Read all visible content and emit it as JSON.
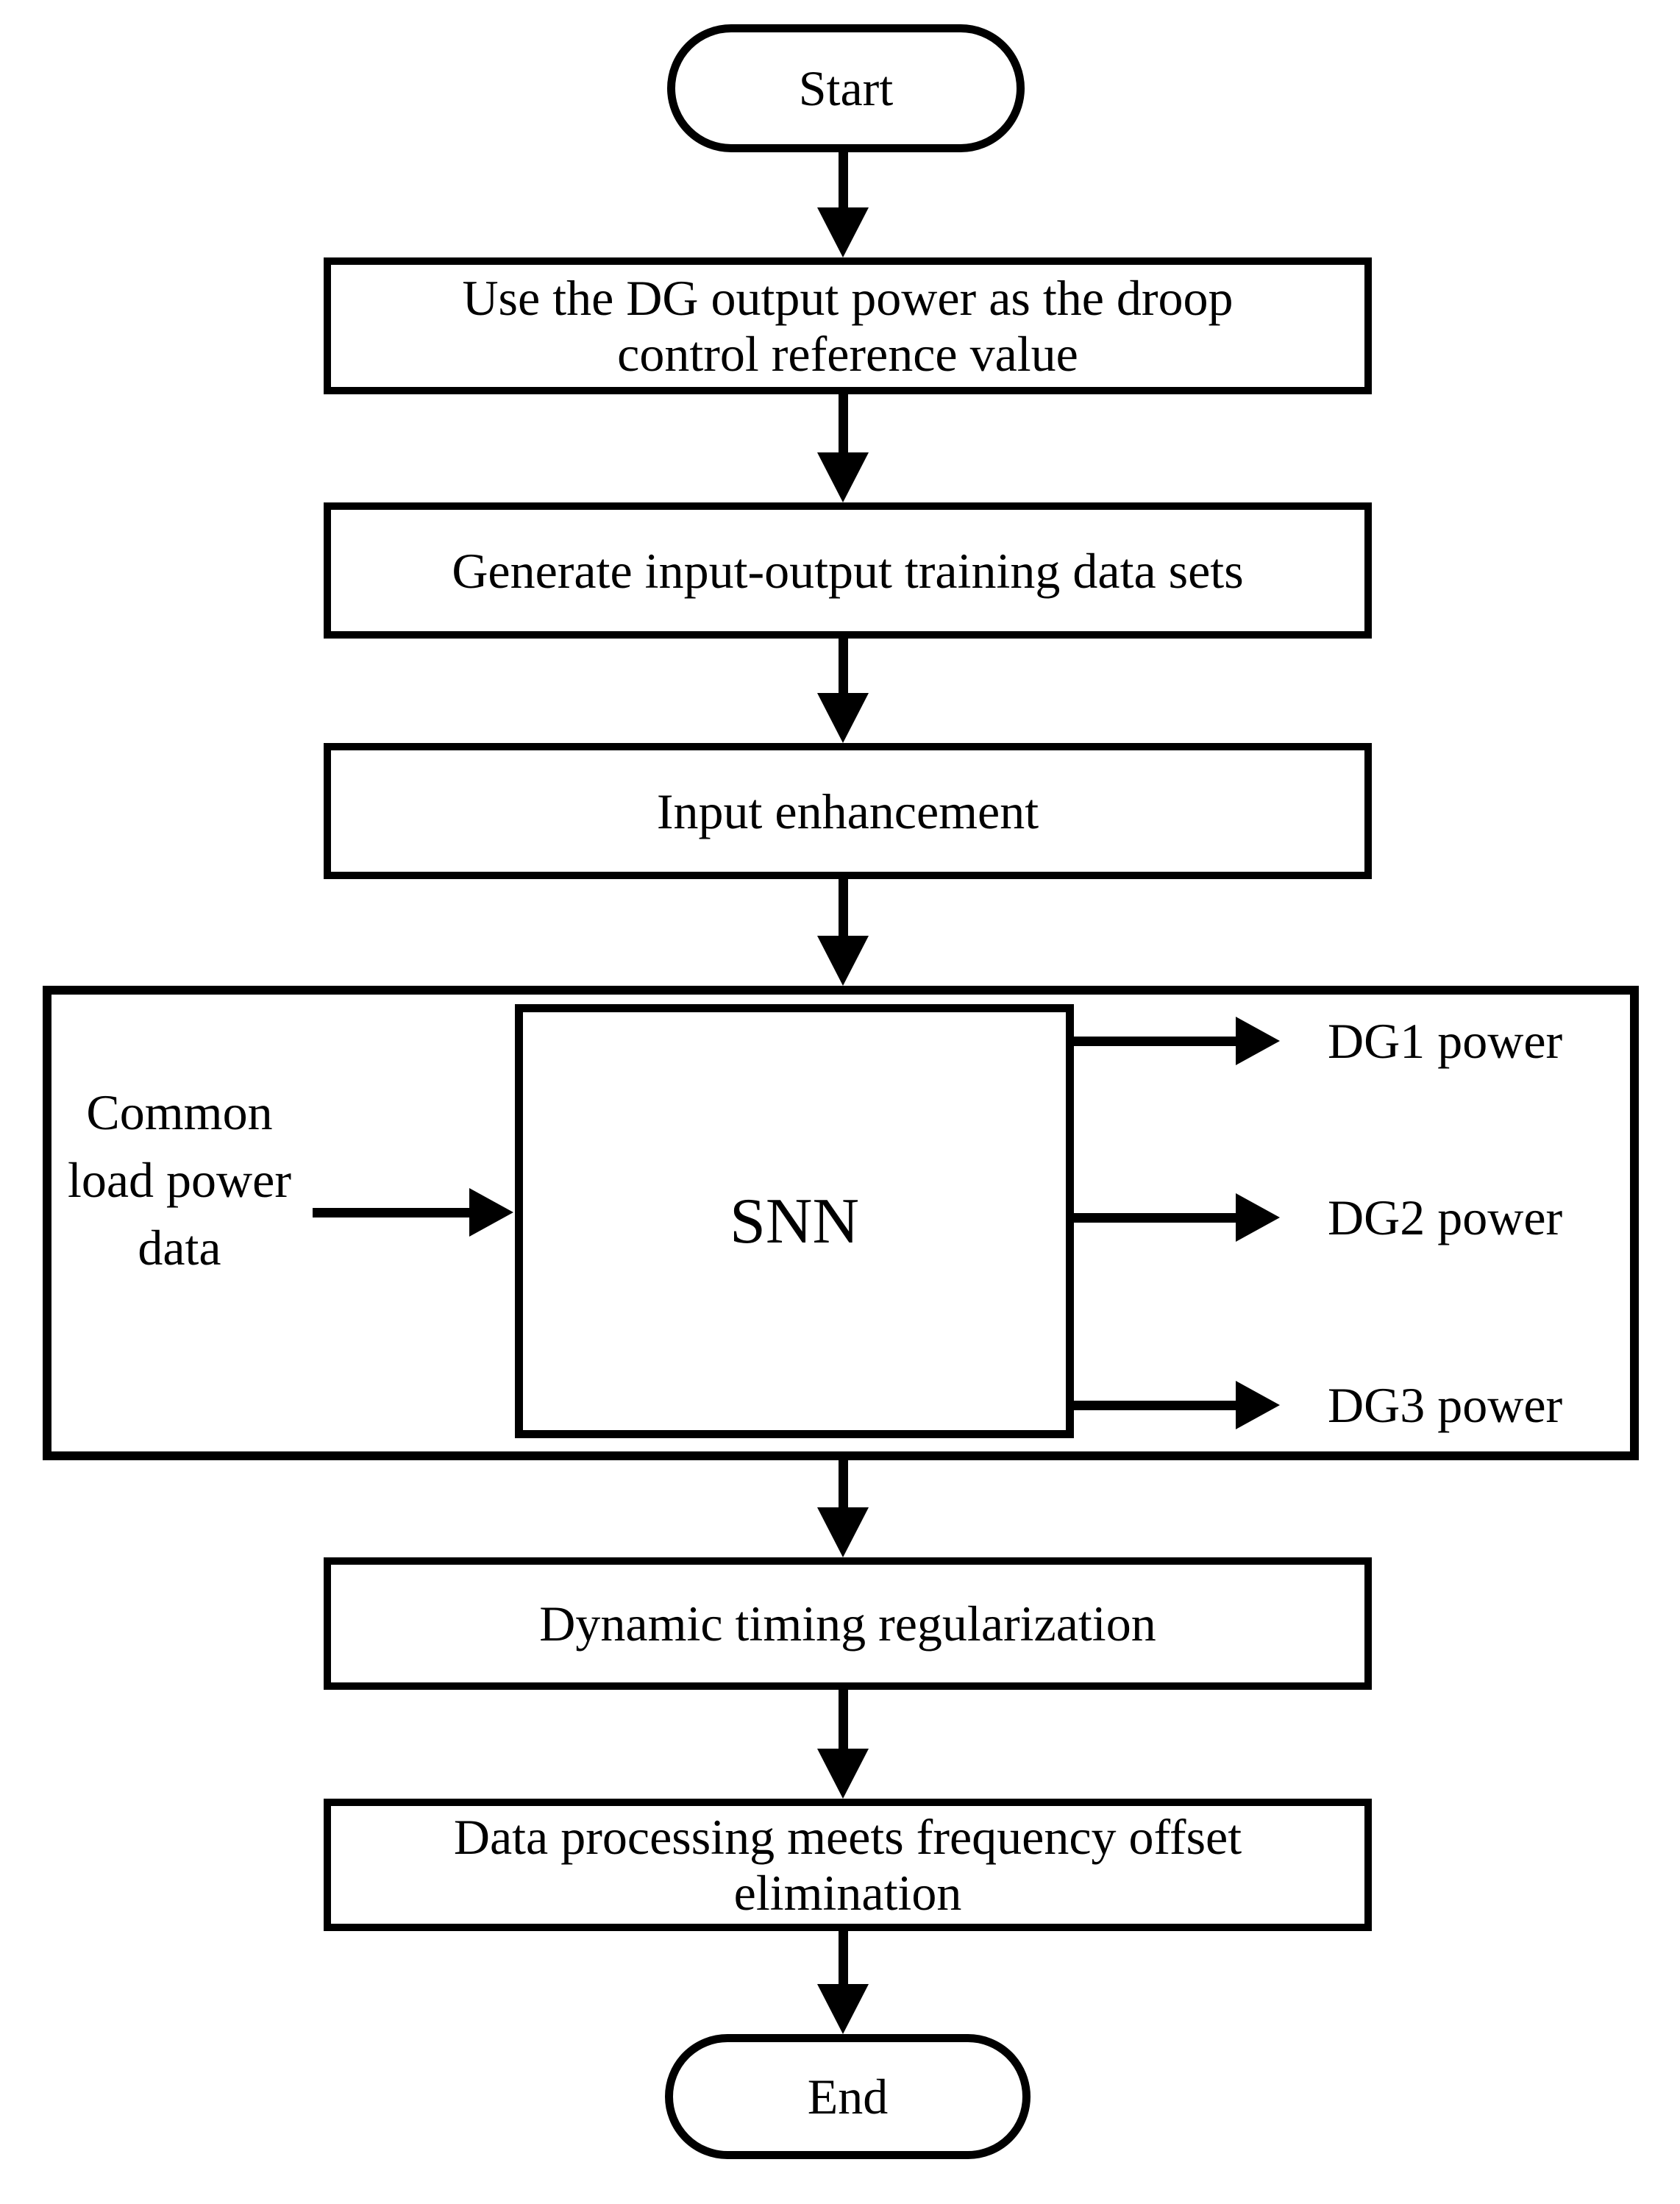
{
  "diagram": {
    "background_color": "#ffffff",
    "line_color": "#000000",
    "nodes": {
      "start": "Start",
      "droop": "Use the DG output power as the droop control reference value",
      "training": "Generate input-output training data sets",
      "enhancement": "Input enhancement",
      "common_load": "Common load power data",
      "snn": "SNN",
      "dg_outputs": [
        "DG1 power",
        "DG2 power",
        "DG3 power"
      ],
      "timing": "Dynamic timing regularization",
      "offset": "Data processing meets frequency offset elimination",
      "end": "End"
    }
  }
}
